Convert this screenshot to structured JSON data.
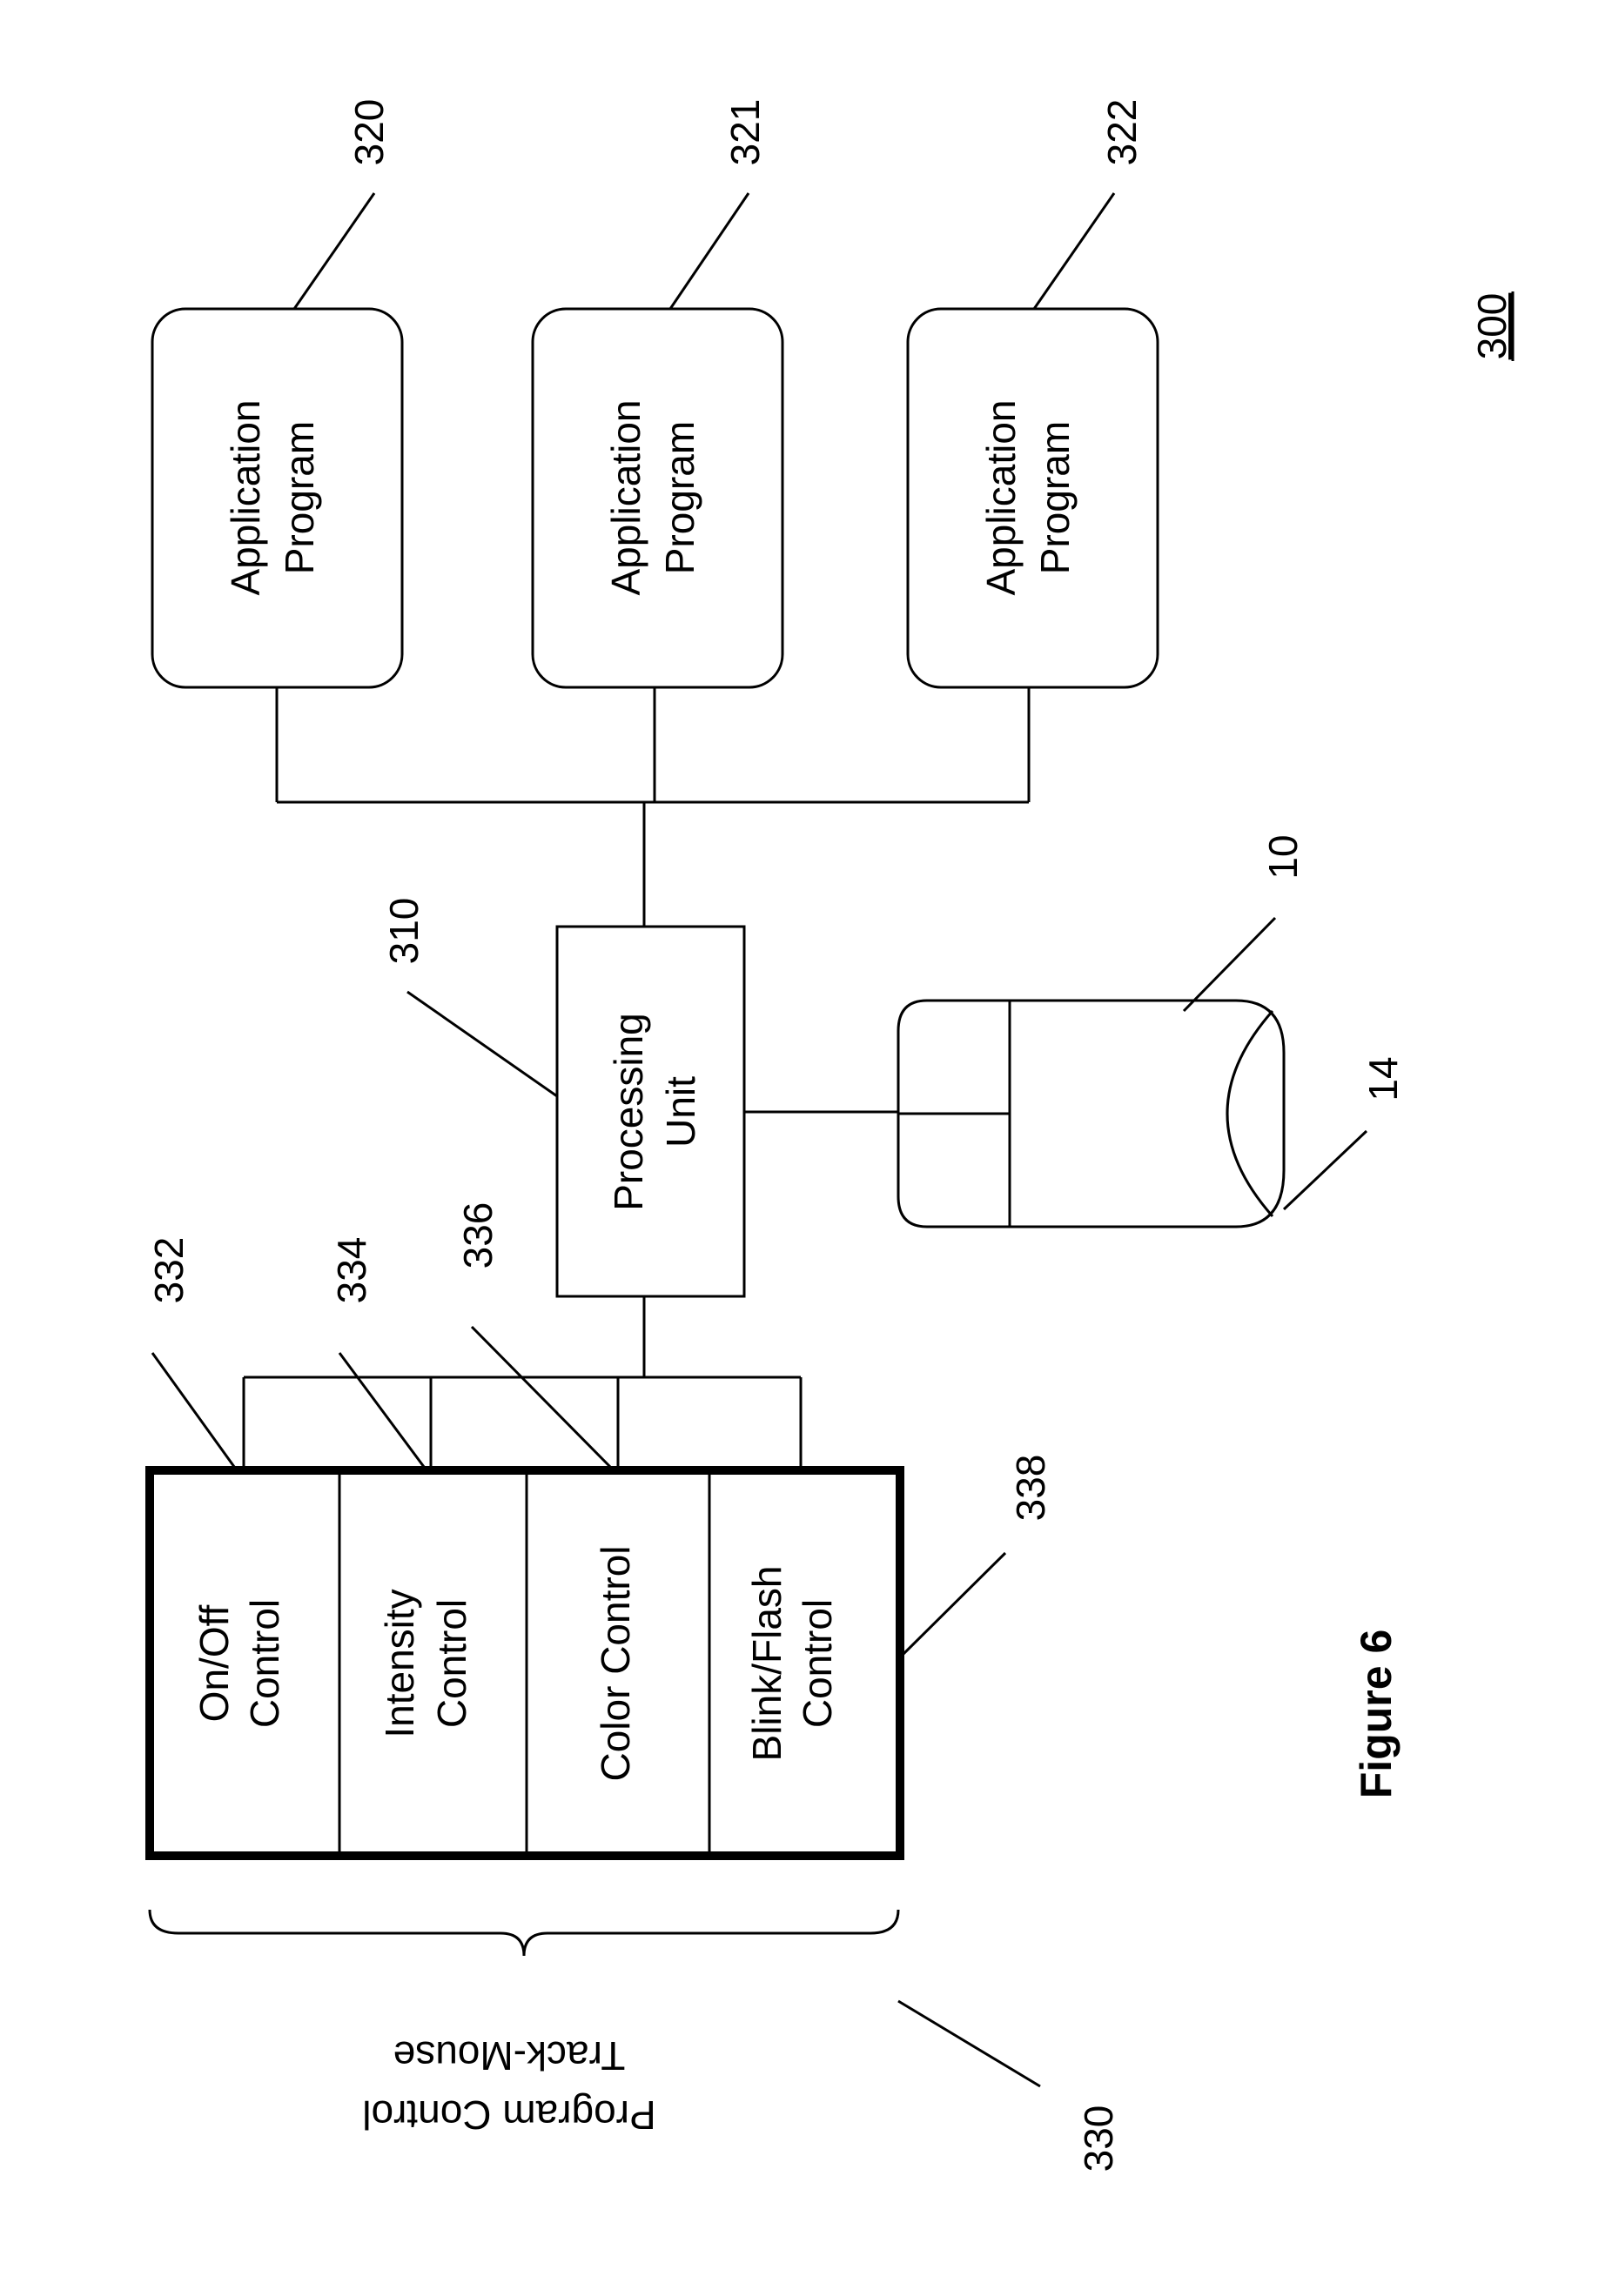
{
  "figure_title": "Figure 6",
  "figure_number": "300",
  "apps": [
    {
      "line1": "Application",
      "line2": "Program",
      "ref": "320"
    },
    {
      "line1": "Application",
      "line2": "Program",
      "ref": "321"
    },
    {
      "line1": "Application",
      "line2": "Program",
      "ref": "322"
    }
  ],
  "processing": {
    "line1": "Processing",
    "line2": "Unit",
    "ref": "310"
  },
  "mouse": {
    "ref_body": "10",
    "ref_ball": "14"
  },
  "controls": [
    {
      "line1": "On/Off",
      "line2": "Control",
      "ref": "332"
    },
    {
      "line1": "Intensity",
      "line2": "Control",
      "ref": "334"
    },
    {
      "line1": "Color Control",
      "line2": "",
      "ref": "336"
    },
    {
      "line1": "Blink/Flash",
      "line2": "Control",
      "ref": "338"
    }
  ],
  "program": {
    "line1": "Track-Mouse",
    "line2": "Program Control",
    "ref": "330"
  }
}
